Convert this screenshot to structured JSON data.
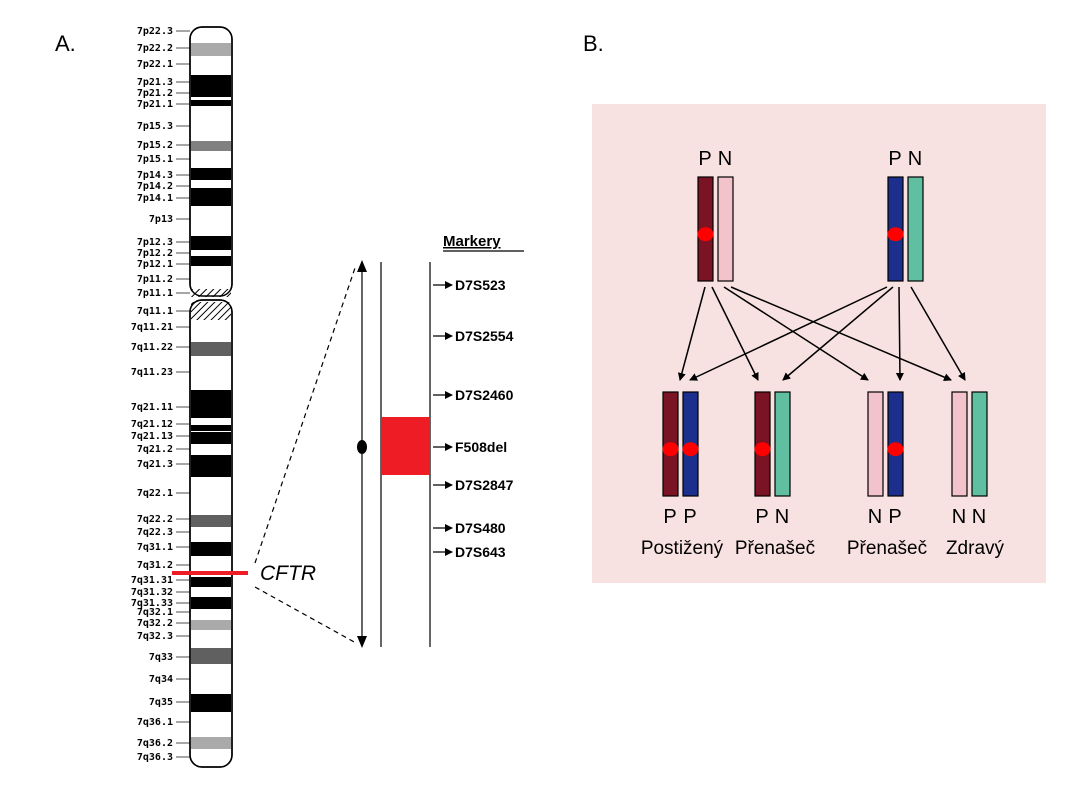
{
  "panel_a": {
    "label": "A.",
    "gene": "CFTR",
    "markers_title": "Markery",
    "band_labels": [
      "7p22.3",
      "7p22.2",
      "7p22.1",
      "7p21.3",
      "7p21.2",
      "7p21.1",
      "7p15.3",
      "7p15.2",
      "7p15.1",
      "7p14.3",
      "7p14.2",
      "7p14.1",
      "7p13",
      "7p12.3",
      "7p12.2",
      "7p12.1",
      "7p11.2",
      "7p11.1",
      "7q11.1",
      "7q11.21",
      "7q11.22",
      "7q11.23",
      "7q21.11",
      "7q21.12",
      "7q21.13",
      "7q21.2",
      "7q21.3",
      "7q22.1",
      "7q22.2",
      "7q22.3",
      "7q31.1",
      "7q31.2",
      "7q31.31",
      "7q31.32",
      "7q31.33",
      "7q32.1",
      "7q32.2",
      "7q32.3",
      "7q33",
      "7q34",
      "7q35",
      "7q36.1",
      "7q36.2",
      "7q36.3"
    ],
    "markers": [
      {
        "name": "D7S523",
        "highlight": false
      },
      {
        "name": "D7S2554",
        "highlight": false
      },
      {
        "name": "D7S2460",
        "highlight": false
      },
      {
        "name": "F508del",
        "highlight": true
      },
      {
        "name": "D7S2847",
        "highlight": false
      },
      {
        "name": "D7S480",
        "highlight": false
      },
      {
        "name": "D7S643",
        "highlight": false
      }
    ]
  },
  "panel_b": {
    "label": "B.",
    "parents": [
      {
        "left": "P",
        "right": "N"
      },
      {
        "left": "P",
        "right": "N"
      }
    ],
    "children": [
      {
        "left": "P",
        "right": "P",
        "status": "Postižený"
      },
      {
        "left": "P",
        "right": "N",
        "status": "Přenašeč"
      },
      {
        "left": "N",
        "right": "P",
        "status": "Přenašeč"
      },
      {
        "left": "N",
        "right": "N",
        "status": "Zdravý"
      }
    ]
  },
  "colors": {
    "background_b": "#f8e1e1",
    "maroon": "#7a1424",
    "pink": "#f3c3cc",
    "navy": "#1c2f8c",
    "teal": "#5fbfa0",
    "mutation": "#ff0000",
    "highlight": "#ee1c24"
  }
}
